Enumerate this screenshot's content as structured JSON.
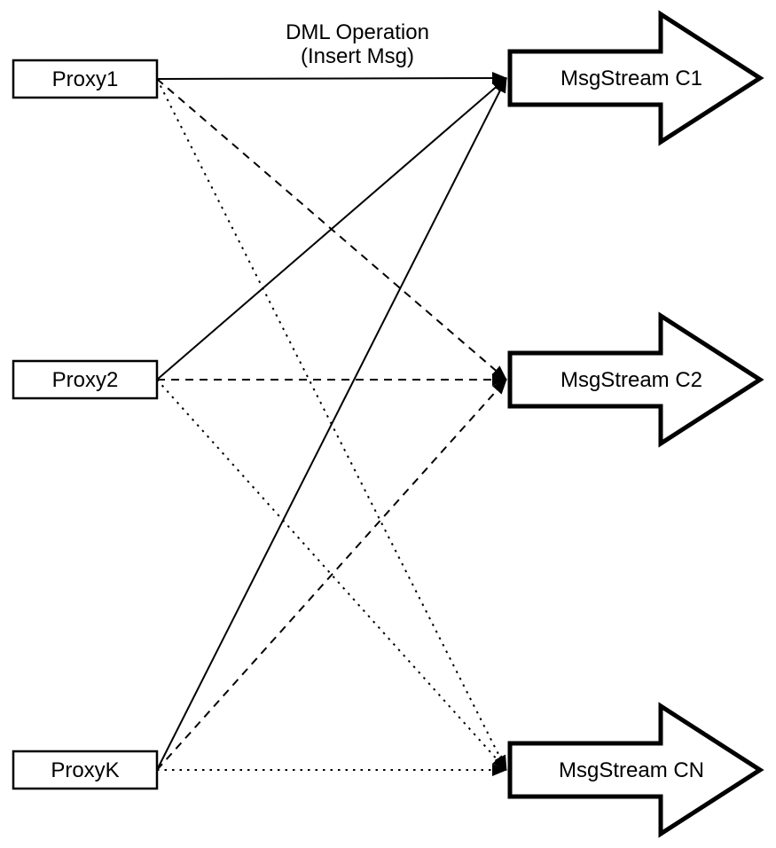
{
  "title": {
    "line1": "DML Operation",
    "line2": "(Insert Msg)"
  },
  "proxies": [
    {
      "id": "proxy1",
      "label": "Proxy1"
    },
    {
      "id": "proxy2",
      "label": "Proxy2"
    },
    {
      "id": "proxyk",
      "label": "ProxyK"
    }
  ],
  "streams": [
    {
      "id": "c1",
      "label": "MsgStream C1"
    },
    {
      "id": "c2",
      "label": "MsgStream C2"
    },
    {
      "id": "cn",
      "label": "MsgStream CN"
    }
  ],
  "connections": [
    {
      "from": "proxy1",
      "to": "c1",
      "style": "solid"
    },
    {
      "from": "proxy1",
      "to": "c2",
      "style": "dashed"
    },
    {
      "from": "proxy1",
      "to": "cn",
      "style": "dotted"
    },
    {
      "from": "proxy2",
      "to": "c1",
      "style": "solid"
    },
    {
      "from": "proxy2",
      "to": "c2",
      "style": "dashed"
    },
    {
      "from": "proxy2",
      "to": "cn",
      "style": "dotted"
    },
    {
      "from": "proxyk",
      "to": "c1",
      "style": "solid"
    },
    {
      "from": "proxyk",
      "to": "c2",
      "style": "dashed"
    },
    {
      "from": "proxyk",
      "to": "cn",
      "style": "dotted"
    }
  ],
  "colors": {
    "stroke": "#000000",
    "fill": "#ffffff",
    "background": "#ffffff"
  }
}
